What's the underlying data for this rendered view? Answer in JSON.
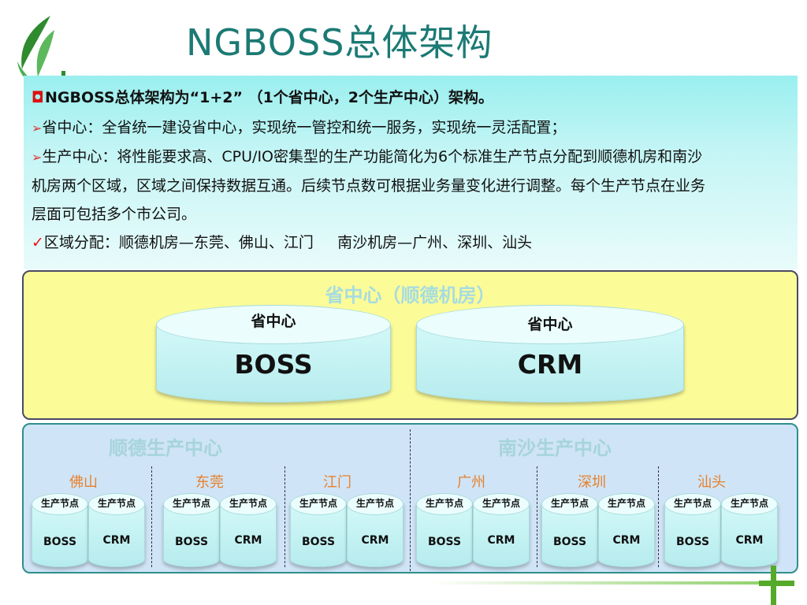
{
  "title": "NGBOSS总体架构",
  "desc": {
    "head": "NGBOSS总体架构为“1+2” （1个省中心，2个生产中心）架构。",
    "line1": "省中心：全省统一建设省中心，实现统一管控和统一服务，实现统一灵活配置；",
    "line2": "生产中心：将性能要求高、CPU/IO密集型的生产功能简化为6个标准生产节点分配到顺德机房和南沙",
    "line3": "机房两个区域，区域之间保持数据互通。后续节点数可根据业务量变化进行调整。每个生产节点在业务",
    "line4": "层面可包括多个市公司。",
    "line5": "区域分配：顺德机房—东莞、佛山、江门     南沙机房—广州、深圳、汕头"
  },
  "province": {
    "title": "省中心（顺德机房）",
    "boss": {
      "top": "省中心",
      "main": "BOSS"
    },
    "crm": {
      "top": "省中心",
      "main": "CRM"
    }
  },
  "production": {
    "shunde_title": "顺德生产中心",
    "nansha_title": "南沙生产中心",
    "node_label": "生产节点",
    "boss": "BOSS",
    "crm": "CRM",
    "cities": [
      "佛山",
      "东莞",
      "江门",
      "广州",
      "深圳",
      "汕头"
    ]
  },
  "colors": {
    "title": "#1b7a74",
    "accent_green": "#55aa2a",
    "city": "#e8802a"
  },
  "icons": {
    "logo": "green-leaf-logo",
    "cross": "green-plus-icon"
  }
}
